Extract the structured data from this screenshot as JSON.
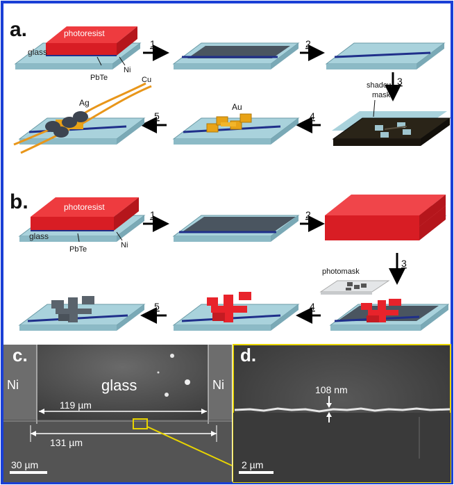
{
  "panel_a": {
    "label": "a.",
    "photoresist": "photoresist",
    "glass": "glass",
    "ni": "Ni",
    "pbte": "PbTe",
    "cu": "Cu",
    "ag": "Ag",
    "au": "Au",
    "shadow_mask": "shadow",
    "shadow_mask_2": "mask",
    "step1": "1",
    "step2": "2",
    "step3": "3",
    "step4": "4",
    "step5": "5"
  },
  "panel_b": {
    "label": "b.",
    "photoresist": "photoresist",
    "glass": "glass",
    "ni": "Ni",
    "pbte": "PbTe",
    "photomask": "photomask",
    "step1": "1",
    "step2": "2",
    "step3": "3",
    "step4": "4",
    "step5": "5"
  },
  "panel_c": {
    "label": "c.",
    "ni_left": "Ni",
    "ni_right": "Ni",
    "glass": "glass",
    "dim1": "119 µm",
    "dim2": "131 µm",
    "scale": "30 µm"
  },
  "panel_d": {
    "label": "d.",
    "width": "108 nm",
    "scale": "2 µm"
  },
  "colors": {
    "border": "#1a3fd6",
    "glass": "#a9d2dc",
    "resist": "#e8232b",
    "ni": "#4a5560",
    "pbte": "#1f2f8a",
    "gold": "#e8a317",
    "mask": "#2a2418",
    "sem": "#5c5c5c",
    "highlight": "#e8d400"
  }
}
